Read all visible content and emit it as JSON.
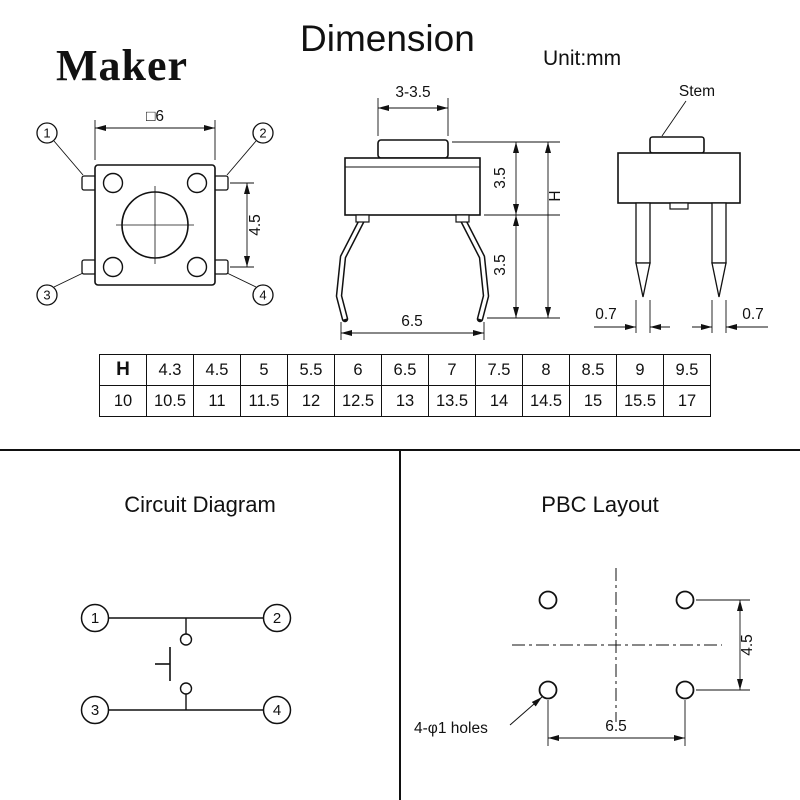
{
  "header": {
    "brand": "Maker",
    "title": "Dimension",
    "unit": "Unit:mm"
  },
  "top_view": {
    "pins": [
      "1",
      "2",
      "3",
      "4"
    ],
    "dim_top": "□6",
    "dim_right": "4.5"
  },
  "side_view": {
    "dim_stem_width": "3-3.5",
    "dim_body_height": "3.5",
    "dim_total_height": "H",
    "dim_leg_height": "3.5",
    "dim_leg_span": "6.5"
  },
  "front_view": {
    "stem_label": "Stem",
    "dim_pin_left": "0.7",
    "dim_pin_right": "0.7"
  },
  "h_table": {
    "row1": [
      "H",
      "4.3",
      "4.5",
      "5",
      "5.5",
      "6",
      "6.5",
      "7",
      "7.5",
      "8",
      "8.5",
      "9",
      "9.5"
    ],
    "row2": [
      "10",
      "10.5",
      "11",
      "11.5",
      "12",
      "12.5",
      "13",
      "13.5",
      "14",
      "14.5",
      "15",
      "15.5",
      "17"
    ]
  },
  "circuit": {
    "title": "Circuit Diagram",
    "pins": [
      "1",
      "2",
      "3",
      "4"
    ]
  },
  "pcb": {
    "title": "PBC Layout",
    "holes_label": "4-φ1 holes",
    "dim_width": "6.5",
    "dim_height": "4.5"
  }
}
